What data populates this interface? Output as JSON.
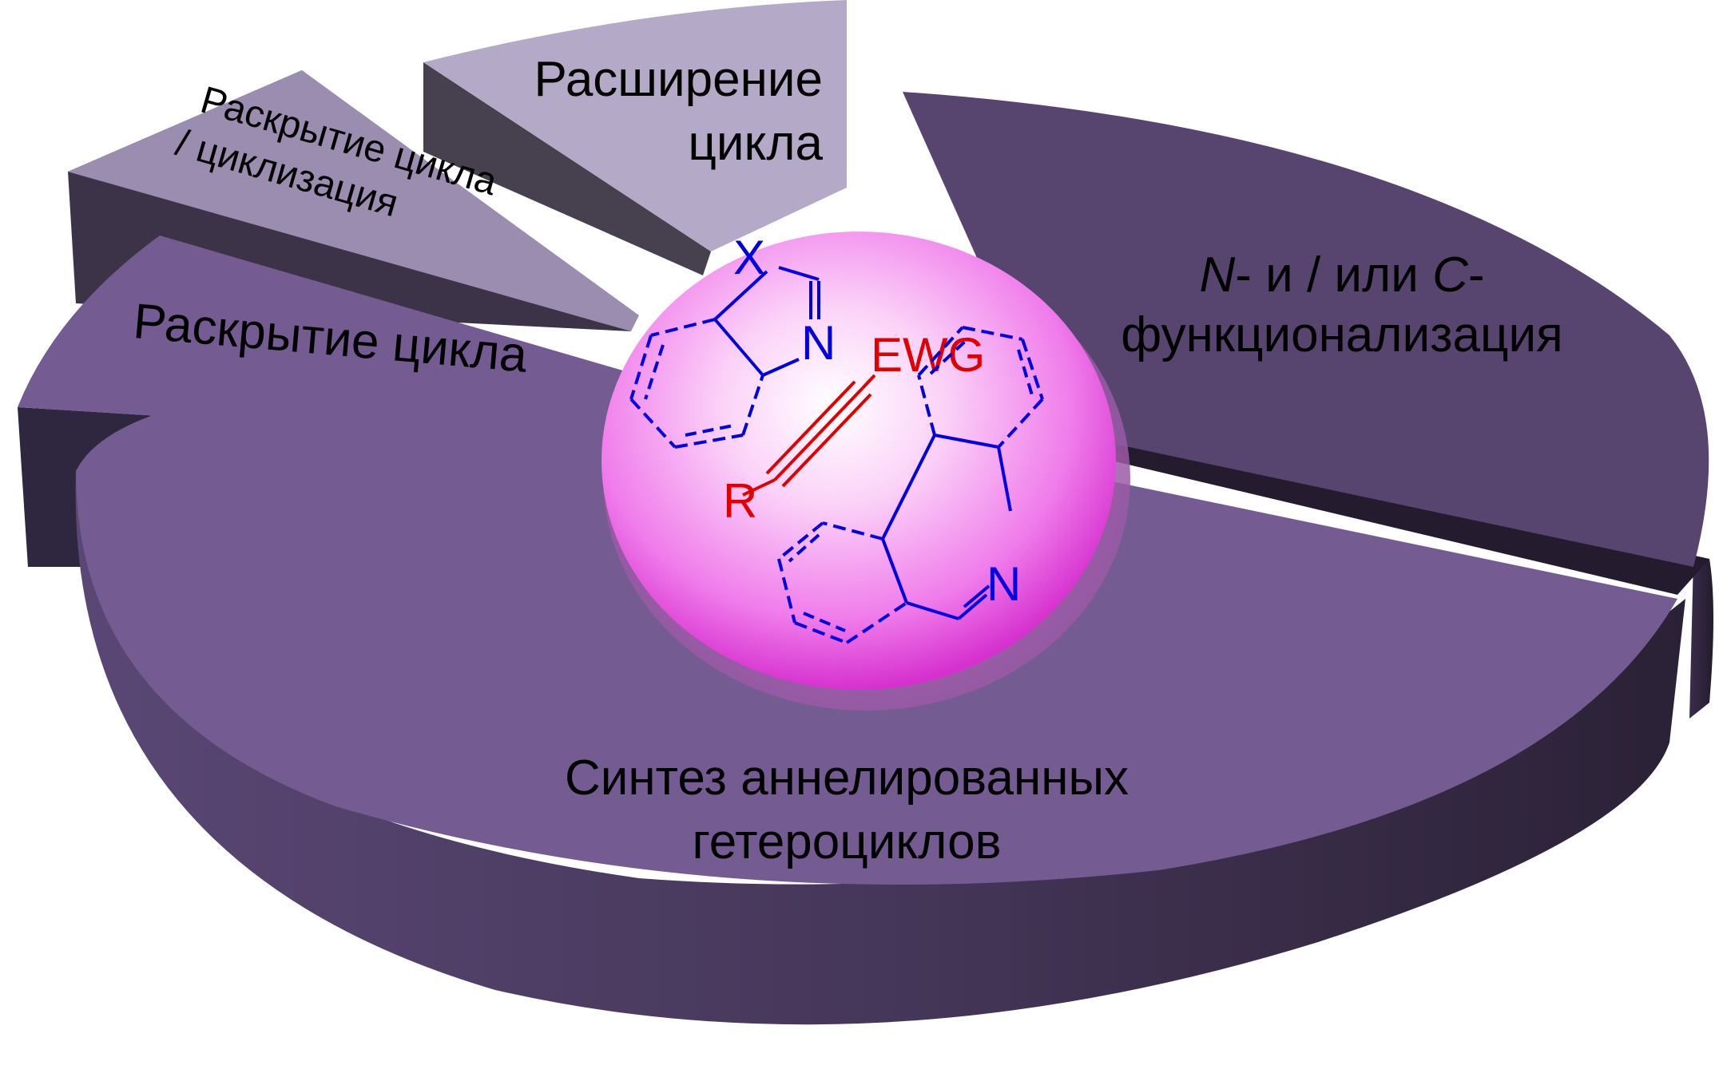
{
  "diagram": {
    "type": "exploded-3d-pie",
    "colors": {
      "slice_main": "#745b91",
      "slice_dark_top": "#574570",
      "slice_side": "#3a2d4b",
      "slice_light": "#9b8db0",
      "slice_lightest": "#b5a9c8",
      "sphere_center": "#ffffff",
      "sphere_edge": "#e03bd8",
      "chem_blue": "#0000e0",
      "chem_red": "#e00000"
    },
    "segments": {
      "annulated": {
        "line1": "Синтез аннелированных",
        "line2": "гетероциклов"
      },
      "functionalization": {
        "line1_italic_n": "N",
        "line1_mid": "- и / или ",
        "line1_italic_c": "C",
        "line1_end": "-",
        "line2": "функционализация"
      },
      "ring_opening": {
        "line1": "Раскрытие цикла"
      },
      "ring_opening_cyclization": {
        "line1": "Раскрытие цикла",
        "line2": "/ циклизация"
      },
      "ring_expansion": {
        "line1": "Расширение",
        "line2": "цикла"
      }
    },
    "center": {
      "atom_x": "X",
      "atom_n_top": "N",
      "atom_n_bottom": "N",
      "group_ewg": "EWG",
      "group_r": "R"
    }
  }
}
